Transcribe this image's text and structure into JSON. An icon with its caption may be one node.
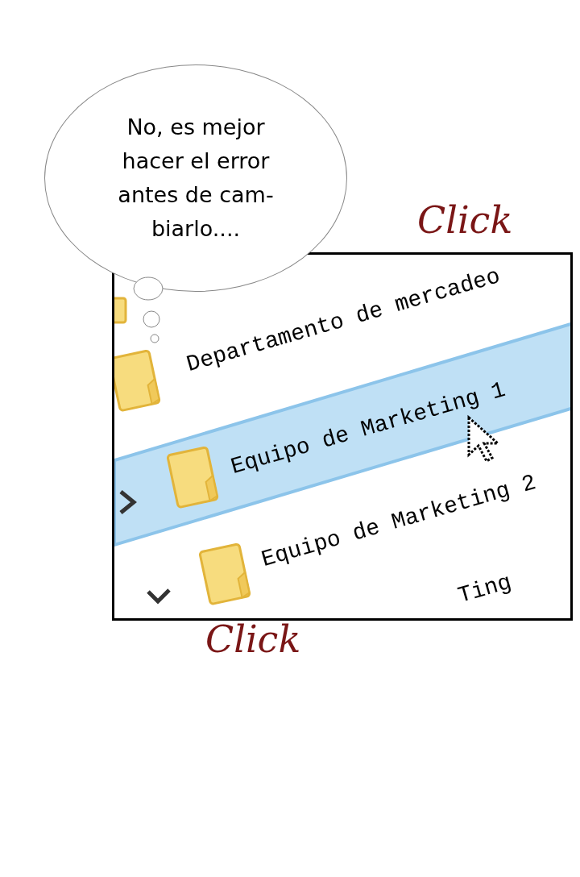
{
  "diagram": {
    "nodes": [
      {
        "text": [
          "No, es mejor hacer el error antes de cam- biarlo...."
        ]
      }
    ],
    "labels": [
      "Click",
      "Departamento de mercadeo",
      "Equipo de Marketing 1",
      "Equipo de Marketing 2",
      "Ting",
      "Click"
    ]
  }
}
